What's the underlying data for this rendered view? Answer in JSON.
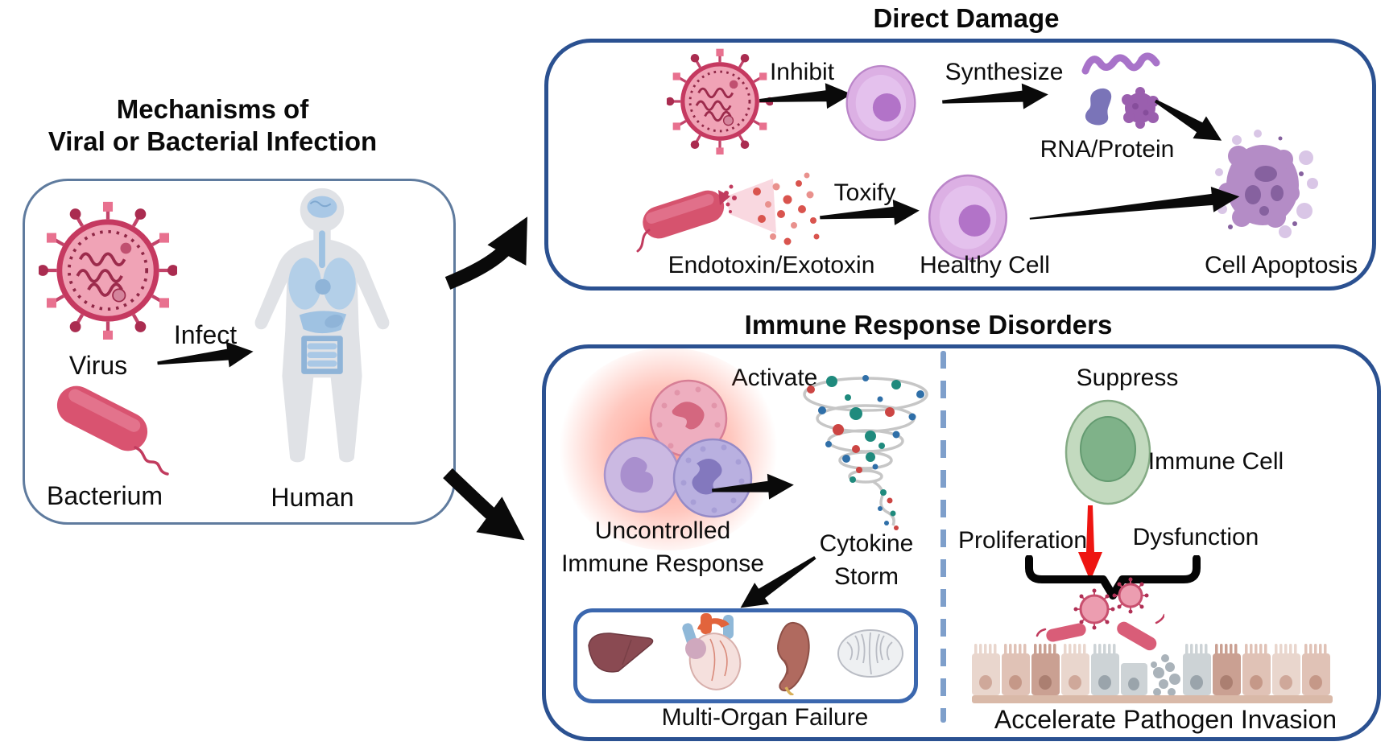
{
  "figure": {
    "type": "scientific pathway diagram",
    "topic": "Mechanisms of viral or bacterial infection causing direct damage and immune response disorders"
  },
  "left_section": {
    "title_line1": "Mechanisms of",
    "title_line2": "Viral or Bacterial Infection",
    "virus_label": "Virus",
    "bacterium_label": "Bacterium",
    "infect_label": "Infect",
    "human_label": "Human"
  },
  "direct_damage": {
    "title": "Direct Damage",
    "inhibit_label": "Inhibit",
    "synthesize_label": "Synthesize",
    "rna_protein_label": "RNA/Protein",
    "cell_apoptosis_label": "Cell Apoptosis",
    "endotoxin_exotoxin_label": "Endotoxin/Exotoxin",
    "toxify_label": "Toxify",
    "healthy_cell_label": "Healthy Cell"
  },
  "immune_disorders": {
    "title": "Immune Response Disorders",
    "activate_label": "Activate",
    "uncontrolled_line1": "Uncontrolled",
    "uncontrolled_line2": "Immune Response",
    "cytokine_line1": "Cytokine",
    "cytokine_line2": "Storm",
    "multi_organ_label": "Multi-Organ Failure",
    "suppress_label": "Suppress",
    "immune_cell_label": "Immune Cell",
    "proliferation_label": "Proliferation",
    "dysfunction_label": "Dysfunction",
    "accelerate_label": "Accelerate Pathogen Invasion"
  },
  "icons": [
    "virus-icon",
    "bacterium-icon",
    "human-body-icon",
    "infected-cell-icon",
    "healthy-cell-icon",
    "rna-icon",
    "protein-icon",
    "apoptotic-cell-icon",
    "toxin-release-icon",
    "immune-cell-trio-icon",
    "cytokine-storm-icon",
    "green-immune-cell-icon",
    "liver-icon",
    "heart-icon",
    "kidney-icon",
    "brain-icon",
    "pathogens-icon",
    "epithelium-icon",
    "arrow-icon",
    "underbrace-icon"
  ],
  "colors": {
    "panel_border_left": "#5f7b9e",
    "panel_border_main": "#2b5191",
    "organs_box_border": "#3b67ae",
    "dashed_divider": "#7e9fcb",
    "arrow_black": "#0a0a0a",
    "arrow_red": "#ee1511",
    "virus_body": "#f0a3b6",
    "virus_ring": "#c53960",
    "bacterium_pink": "#d95370",
    "cell_purple": "#dcb0e4",
    "nucleus_purple": "#b273c8",
    "apoptosis_purple": "#b48cc6",
    "immune_green_outer": "#c3dabf",
    "immune_green_inner": "#7fb289",
    "cytokine_teal": "#1f8a7d",
    "cytokine_blue": "#2f6fa8",
    "cytokine_red": "#cc4543",
    "glow_red": "#ff5037",
    "epithelium_tan": "#e0c2b6",
    "epithelium_grey": "#cdd3d6"
  }
}
